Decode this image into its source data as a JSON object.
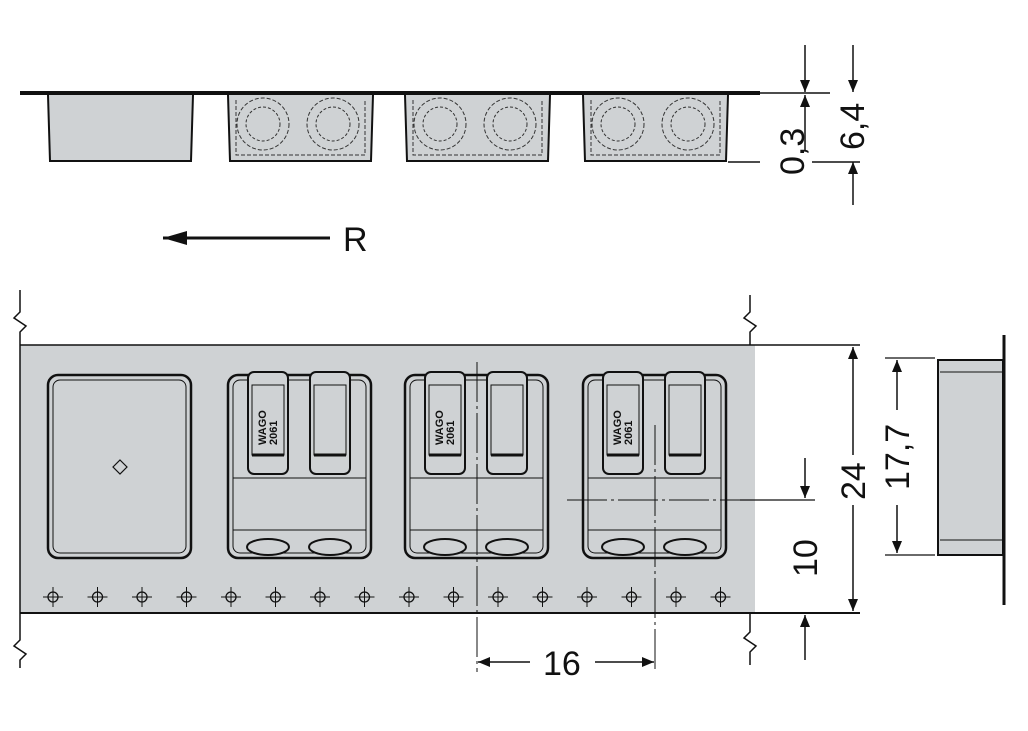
{
  "drawing": {
    "direction_label": "R",
    "dimensions": {
      "film_thickness": "0,3",
      "pocket_depth": "6,4",
      "tape_width": "24",
      "pocket_length": "17,7",
      "hole_to_center": "10",
      "pitch": "16"
    },
    "component_marking": [
      "WAGO",
      "2061"
    ],
    "pocket_count": 4,
    "filled_pockets": 3,
    "sprocket_holes": 16
  },
  "colors": {
    "tape": "#cfd2d4",
    "line": "#111111"
  }
}
